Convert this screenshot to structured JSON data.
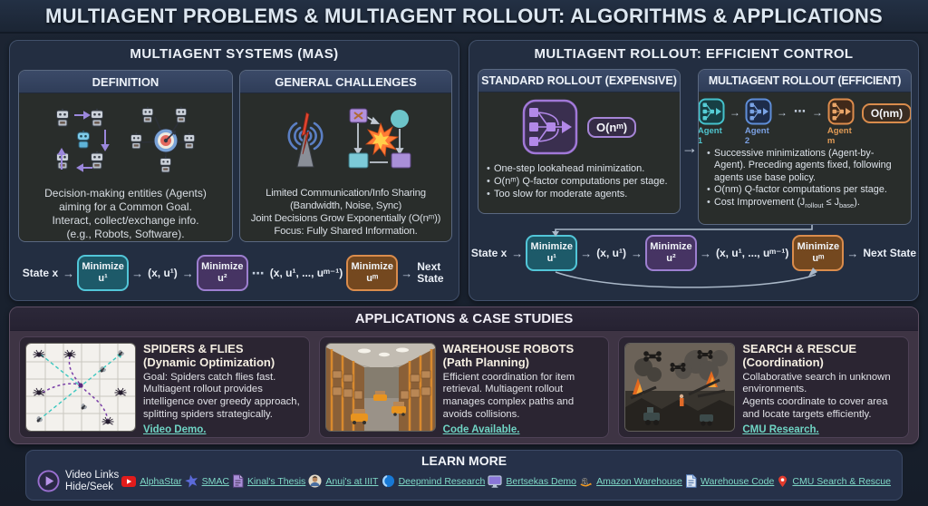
{
  "header": {
    "title": "MULTIAGENT PROBLEMS & MULTIAGENT ROLLOUT: ALGORITHMS & APPLICATIONS"
  },
  "mas": {
    "title": "MULTIAGENT SYSTEMS (MAS)",
    "definition": {
      "title": "DEFINITION",
      "lines": [
        "Decision-making entities (Agents)",
        "aiming for a Common Goal.",
        "Interact, collect/exchange info.",
        "(e.g., Robots, Software)."
      ]
    },
    "challenges": {
      "title": "GENERAL CHALLENGES",
      "lines": [
        "Limited Communication/Info Sharing",
        "(Bandwidth, Noise, Sync)",
        "Joint Decisions Grow Exponentially (O(nᵐ))",
        "Focus: Fully Shared Information."
      ]
    }
  },
  "rollout": {
    "title": "MULTIAGENT ROLLOUT: EFFICIENT CONTROL",
    "standard": {
      "title": "STANDARD ROLLOUT (EXPENSIVE)",
      "badge": "O(nᵐ)",
      "bullets": [
        "One-step lookahead minimization.",
        "O(nᵐ) Q-factor computations per stage.",
        "Too slow for moderate agents."
      ]
    },
    "efficient": {
      "title": "MULTIAGENT ROLLOUT (EFFICIENT)",
      "badge": "O(nm)",
      "agents": [
        "Agent 1",
        "Agent 2",
        "Agent m"
      ],
      "bullets": [
        "Successive minimizations (Agent-by-Agent). Preceding agents fixed, following agents use base policy.",
        "O(nm) Q-factor computations per stage."
      ],
      "cost": {
        "pre": "Cost Improvement (J",
        "sub1": "rollout",
        "mid": " ≤ J",
        "sub2": "base",
        "post": ")."
      }
    }
  },
  "flow": {
    "state_label": "State x",
    "arrow": "→",
    "dots": "⋯",
    "box1": {
      "l1": "Minimize",
      "l2": "u¹"
    },
    "mid1": "(x, u¹)",
    "box2": {
      "l1": "Minimize",
      "l2": "u²"
    },
    "mid2": "(x, u¹, ..., uᵐ⁻¹)",
    "box3": {
      "l1": "Minimize",
      "l2": "uᵐ"
    },
    "next_label": "Next State"
  },
  "applications": {
    "title": "APPLICATIONS & CASE STUDIES",
    "cards": [
      {
        "title": "SPIDERS & FLIES",
        "subtitle": "(Dynamic Optimization)",
        "lines": [
          "Goal: Spiders catch flies fast.",
          "Multiagent rollout provides intelligence over greedy approach, splitting spiders strategically."
        ],
        "link": "Video Demo."
      },
      {
        "title": "WAREHOUSE ROBOTS",
        "subtitle": "(Path Planning)",
        "lines": [
          "Efficient coordination for item retrieval. Multiagent rollout manages complex paths and avoids collisions."
        ],
        "link": "Code Available."
      },
      {
        "title": "SEARCH & RESCUE",
        "subtitle": "(Coordination)",
        "lines": [
          "Collaborative search in unknown environments.",
          "Agents coordinate to cover area and locate targets efficiently."
        ],
        "link": "CMU Research."
      }
    ]
  },
  "learn_more": {
    "title": "LEARN MORE",
    "video_label_1": "Video Links",
    "video_label_2": "Hide/Seek",
    "links": [
      {
        "label": "AlphaStar",
        "icon": "youtube-icon"
      },
      {
        "label": "SMAC",
        "icon": "star-icon"
      },
      {
        "label": "Kinal's Thesis",
        "icon": "document-icon"
      },
      {
        "label": "Anuj's at IIIT",
        "icon": "avatar-icon"
      },
      {
        "label": "Deepmind Research",
        "icon": "sphere-icon"
      },
      {
        "label": "Bertsekas Demo",
        "icon": "monitor-icon"
      },
      {
        "label": "Amazon Warehouse",
        "icon": "amazon-icon"
      },
      {
        "label": "Warehouse Code",
        "icon": "code-doc-icon"
      },
      {
        "label": "CMU Search & Rescue",
        "icon": "location-pin-icon"
      }
    ]
  },
  "colors": {
    "accent_teal": "#4fc4ce",
    "accent_blue": "#7aa0e2",
    "accent_purple": "#9d7fd0",
    "accent_orange": "#da8c4c",
    "link_teal": "#7fd8c6",
    "youtube_red": "#e21b1b",
    "pin_red": "#e23b2d",
    "amazon_smile": "#f59a1e"
  }
}
